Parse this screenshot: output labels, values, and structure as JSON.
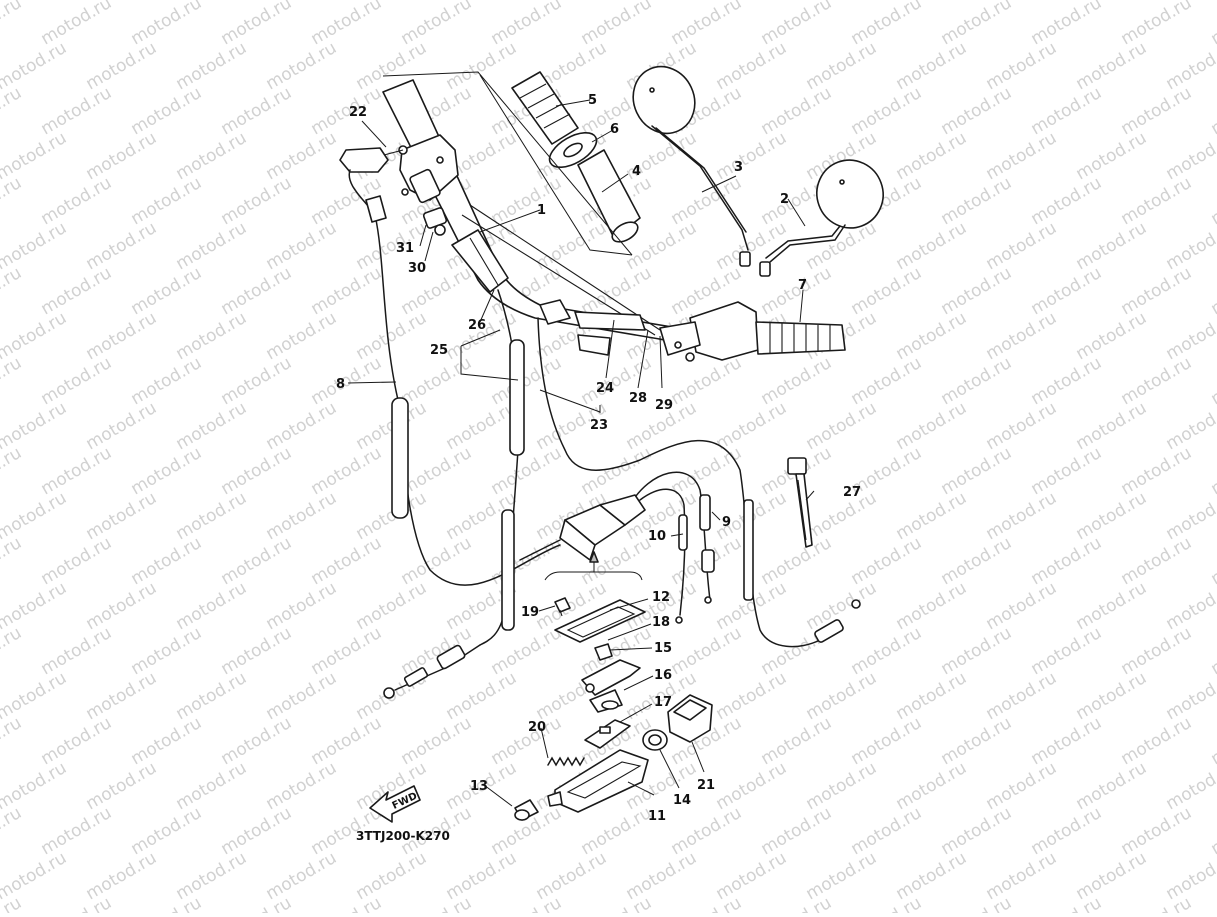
{
  "diagram": {
    "code": "3TTJ200-K270",
    "fwd_label": "FWD",
    "watermark_text": "motod.ru"
  },
  "callouts": {
    "c1": "1",
    "c2": "2",
    "c3": "3",
    "c4": "4",
    "c5": "5",
    "c6": "6",
    "c7": "7",
    "c8": "8",
    "c9": "9",
    "c10": "10",
    "c11": "11",
    "c12": "12",
    "c13": "13",
    "c14": "14",
    "c15": "15",
    "c16": "16",
    "c17": "17",
    "c18": "18",
    "c19": "19",
    "c20": "20",
    "c21": "21",
    "c22": "22",
    "c23": "23",
    "c24": "24",
    "c25": "25",
    "c26": "26",
    "c27": "27",
    "c28": "28",
    "c29": "29",
    "c30": "30",
    "c31": "31"
  },
  "colors": {
    "line": "#1a1a1a",
    "background": "#ffffff",
    "watermark": "#c9c9c9"
  }
}
